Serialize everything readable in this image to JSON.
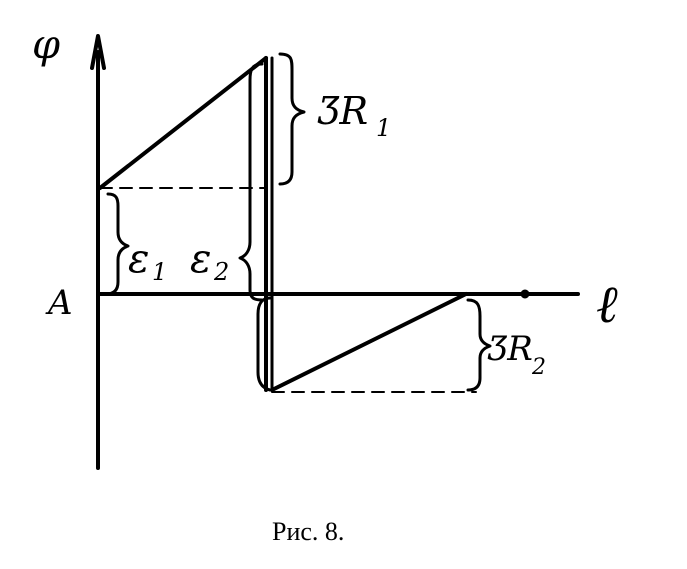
{
  "axes": {
    "y_label": "φ",
    "x_label": "ℓ",
    "origin_label": "A"
  },
  "labels": {
    "ir1_main": "ƷR",
    "ir1_sub": "1",
    "ir2_main": "ƷR",
    "ir2_sub": "2",
    "e1_main": "ε",
    "e1_sub": "1",
    "e2_main": "ε",
    "e2_sub": "2"
  },
  "caption": "Рис. 8."
}
